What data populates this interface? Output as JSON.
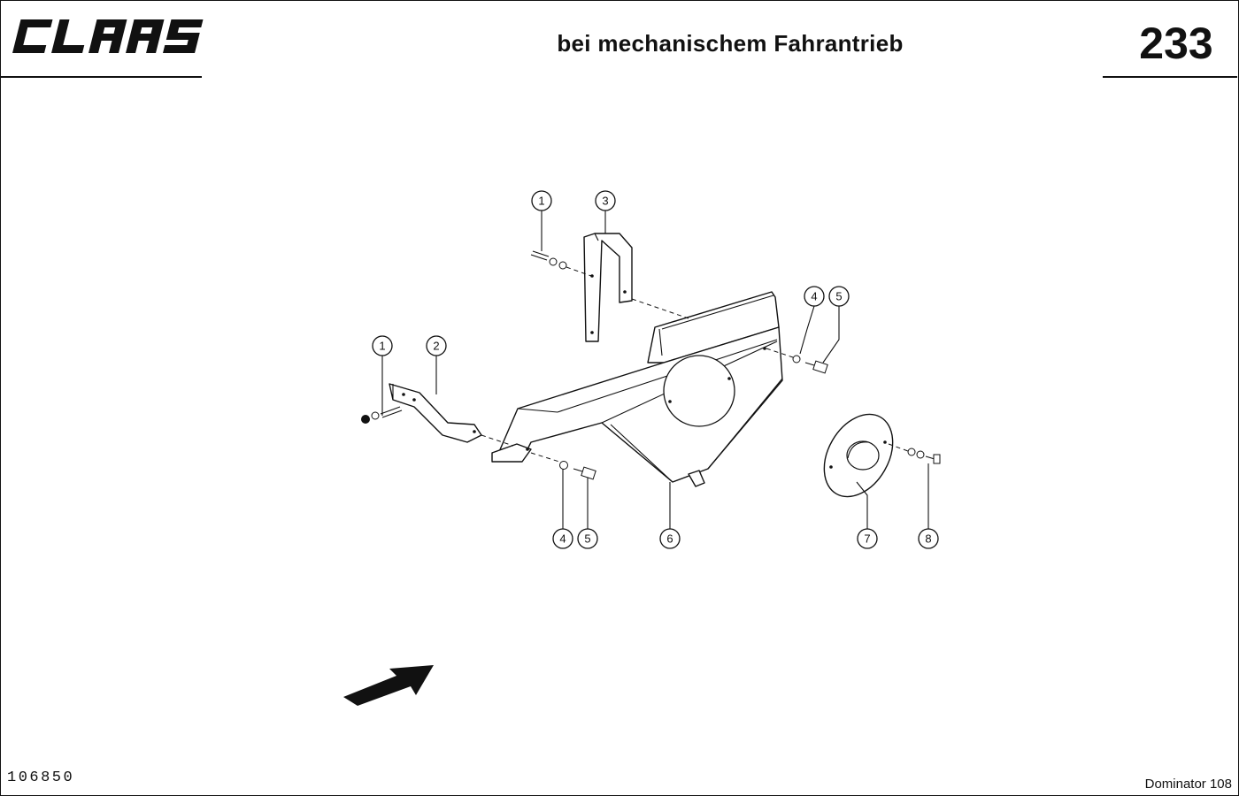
{
  "header": {
    "brand": "CLAAS",
    "title": "bei mechanischem Fahrantrieb",
    "page_number": "233"
  },
  "footer": {
    "document_number": "106850",
    "model": "Dominator 108"
  },
  "callouts": [
    {
      "id": "c1a",
      "label": "1"
    },
    {
      "id": "c3",
      "label": "3"
    },
    {
      "id": "c4a",
      "label": "4"
    },
    {
      "id": "c5a",
      "label": "5"
    },
    {
      "id": "c1b",
      "label": "1"
    },
    {
      "id": "c2",
      "label": "2"
    },
    {
      "id": "c4b",
      "label": "4"
    },
    {
      "id": "c5b",
      "label": "5"
    },
    {
      "id": "c6",
      "label": "6"
    },
    {
      "id": "c7",
      "label": "7"
    },
    {
      "id": "c8",
      "label": "8"
    }
  ]
}
